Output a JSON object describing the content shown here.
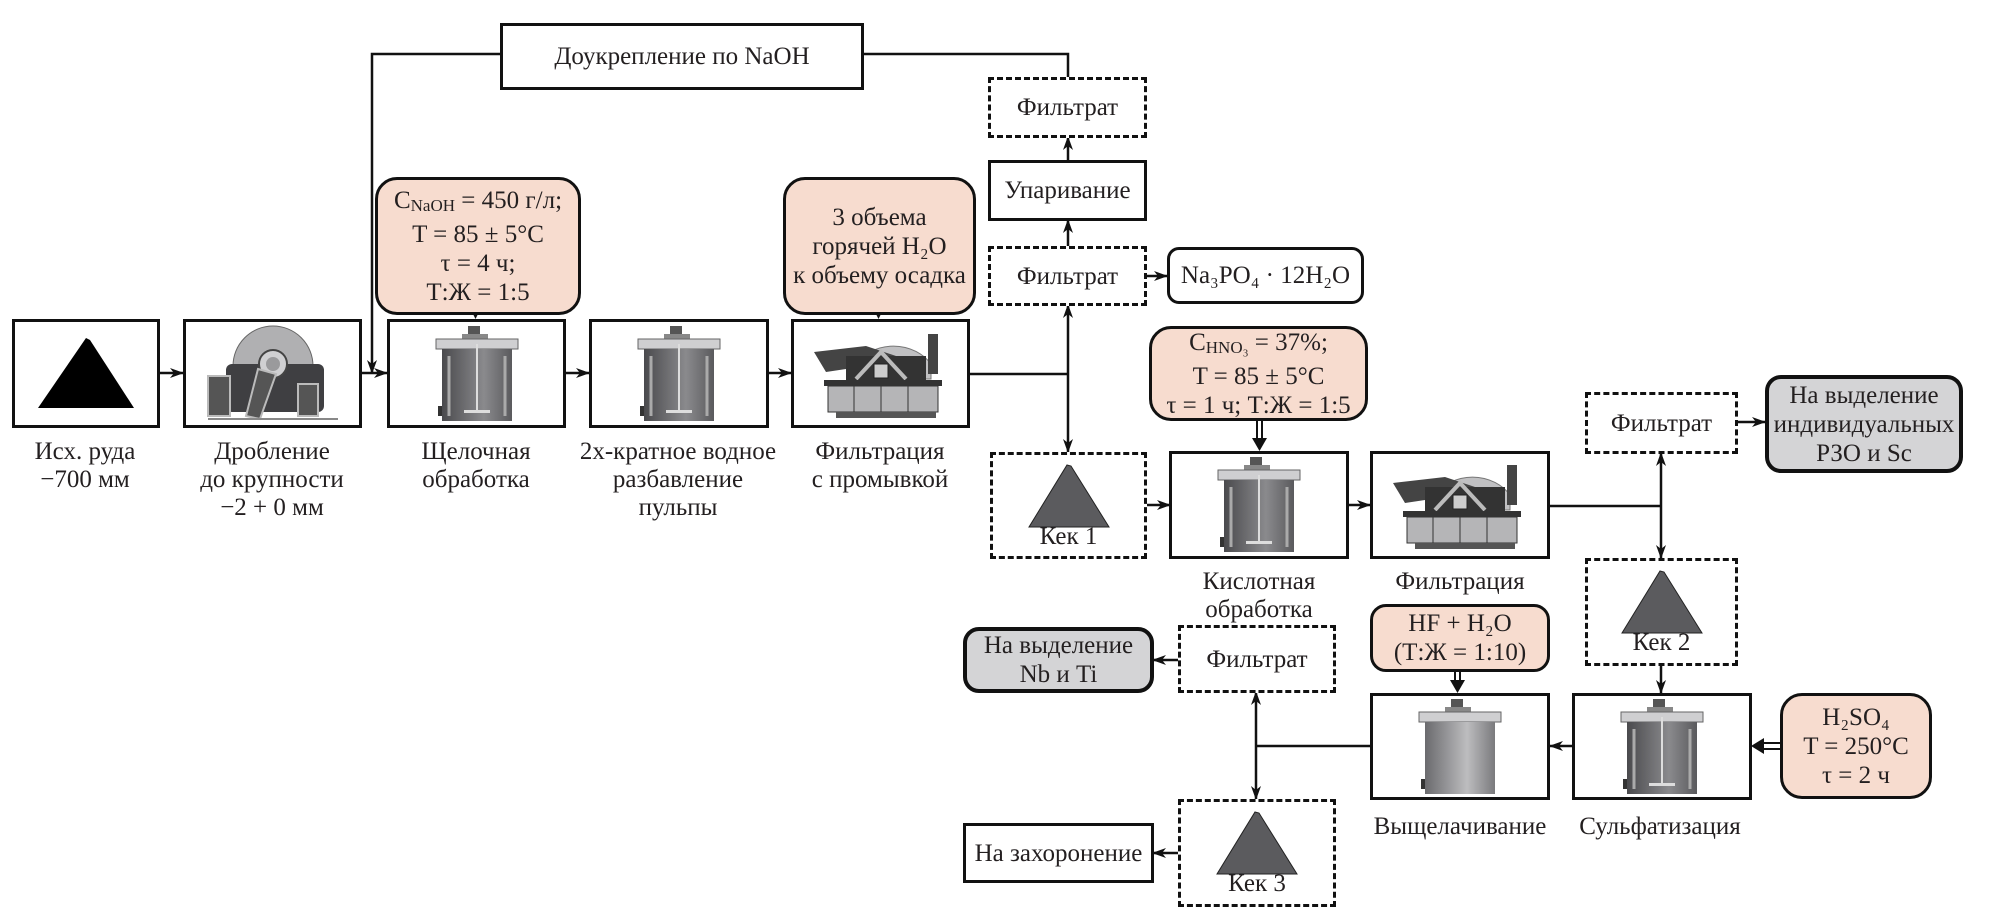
{
  "diagram": {
    "type": "process-flowsheet",
    "language": "ru"
  },
  "colors": {
    "condition_fill": "#f7dccf",
    "product_fill": "#d4d4d6",
    "line": "#111111",
    "equipment_dark": "#555558",
    "equipment_light": "#c9c9cb"
  },
  "main_line": [
    {
      "id": "ore",
      "icon": "ore-pile-icon",
      "caption": "Исх. руда\n−700 мм"
    },
    {
      "id": "crushing",
      "icon": "jaw-crusher-icon",
      "caption": "Дробление\nдо крупности\n−2 + 0 мм"
    },
    {
      "id": "alkaline",
      "icon": "agitator-tank-icon",
      "caption": "Щелочная\nобработка"
    },
    {
      "id": "dilution",
      "icon": "agitator-tank-icon",
      "caption": "2х-кратное водное\nразбавление\nпульпы"
    },
    {
      "id": "filtration1",
      "icon": "drum-filter-icon",
      "caption": "Фильтрация\nс промывкой"
    }
  ],
  "recycle": {
    "label": "Доукрепление по NaOH"
  },
  "conditions": {
    "alkaline": {
      "line1_prefix": "C",
      "line1_sub": "NaOH",
      "line1_rest": " = 450 г/л;",
      "line2": "T = 85 ± 5°C",
      "line3": "τ = 4 ч;",
      "line4": "Т:Ж = 1:5"
    },
    "wash": {
      "text": "3 объема\nгорячей H₂O\nк объему осадка"
    },
    "acid": {
      "line1_prefix": "C",
      "line1_sub": "HNO₃",
      "line1_rest": " = 37%;",
      "line2": "T = 85 ± 5°C",
      "line3": "τ = 1 ч; Т:Ж = 1:5"
    },
    "hf": {
      "text": "HF + H₂O\n(Т:Ж = 1:10)"
    },
    "sulfuric": {
      "line1": "H₂SO₄",
      "line2": "T = 250°C",
      "line3": "τ = 2 ч"
    }
  },
  "filtrate_branch": {
    "filtrate_top": "Фильтрат",
    "evaporation": "Упаривание",
    "filtrate_mid": "Фильтрат",
    "product": "Na₃PO₄ · 12H₂O"
  },
  "second_line": {
    "cake1": "Кек 1",
    "acid_treatment": {
      "icon": "agitator-tank-icon",
      "caption": "Кислотная\nобработка"
    },
    "filtration2": {
      "icon": "drum-filter-icon",
      "caption": "Фильтрация"
    },
    "filtrate3": "Фильтрат",
    "ree_product": "На выделение\nиндивидуальных\nРЗО и Sc",
    "cake2": "Кек 2"
  },
  "third_line": {
    "sulfatization": {
      "icon": "agitator-tank-icon",
      "caption": "Сульфатизация"
    },
    "leaching": {
      "icon": "leach-tank-icon",
      "caption": "Выщелачивание"
    },
    "filtrate4": "Фильтрат",
    "nb_ti_product": "На выделение\nNb и Ti",
    "cake3": "Кек 3",
    "disposal": "На захоронение"
  }
}
